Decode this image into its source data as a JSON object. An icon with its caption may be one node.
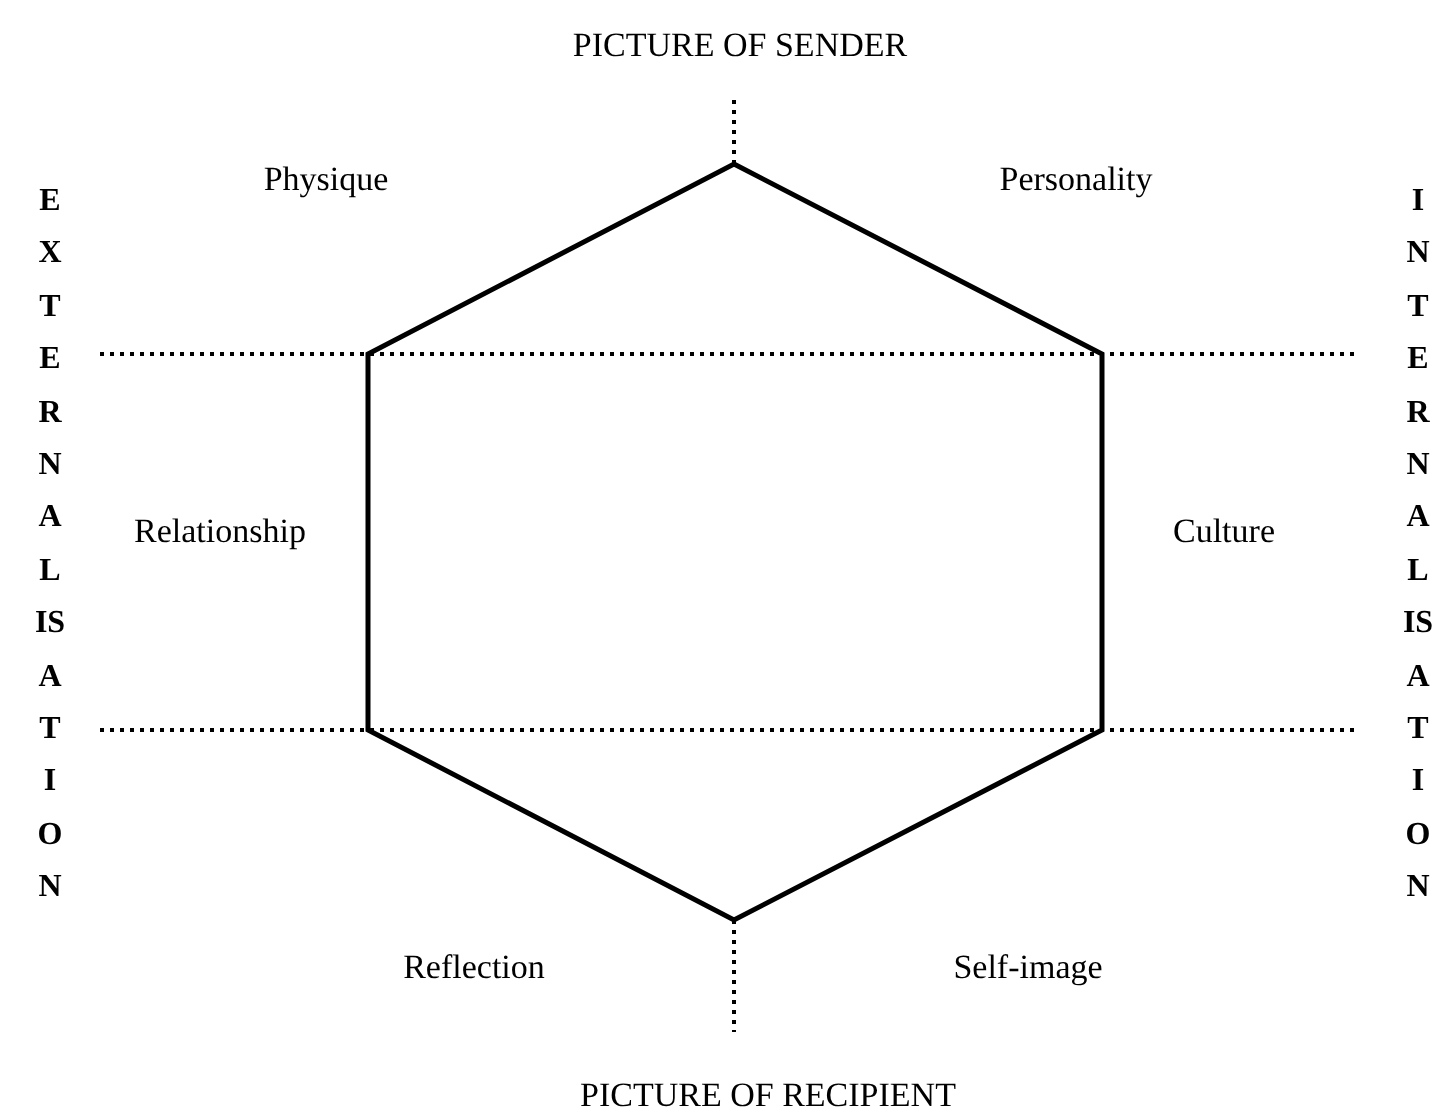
{
  "diagram": {
    "labels": [
      "PICTURE OF SENDER",
      "Physique",
      "Personality",
      "EXTERNALISATION",
      "INTERNALISATION",
      "Relationship",
      "Culture",
      "Reflection",
      "Self-image",
      "PICTURE OF RECIPIENT"
    ]
  }
}
